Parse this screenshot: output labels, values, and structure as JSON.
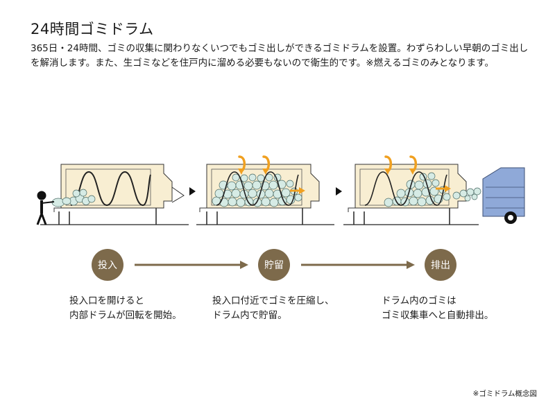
{
  "title": "24時間ゴミドラム",
  "description": "365日・24時間、ゴミの収集に関わりなくいつでもゴミ出しができるゴミドラムを設置。わずらわしい早朝のゴミ出しを解消します。また、生ゴミなどを住戸内に溜める必要もないので衛生的です。※燃えるゴミのみとなります。",
  "steps": [
    {
      "label": "投入",
      "text_line1": "投入口を開けると",
      "text_line2": "内部ドラムが回転を開始。"
    },
    {
      "label": "貯留",
      "text_line1": "投入口付近でゴミを圧縮し、",
      "text_line2": "ドラム内で貯留。"
    },
    {
      "label": "排出",
      "text_line1": "ドラム内のゴミは",
      "text_line2": "ゴミ収集車へと自動排出。"
    }
  ],
  "caption": "※ゴミドラム概念図",
  "colors": {
    "step_circle": "#7d6a4b",
    "flow_arrow": "#7d6a4b",
    "drum_fill": "#f8eed2",
    "garbage": "#d6ebe5",
    "motion_arrow": "#f0a020",
    "truck": "#8fa9d8"
  }
}
